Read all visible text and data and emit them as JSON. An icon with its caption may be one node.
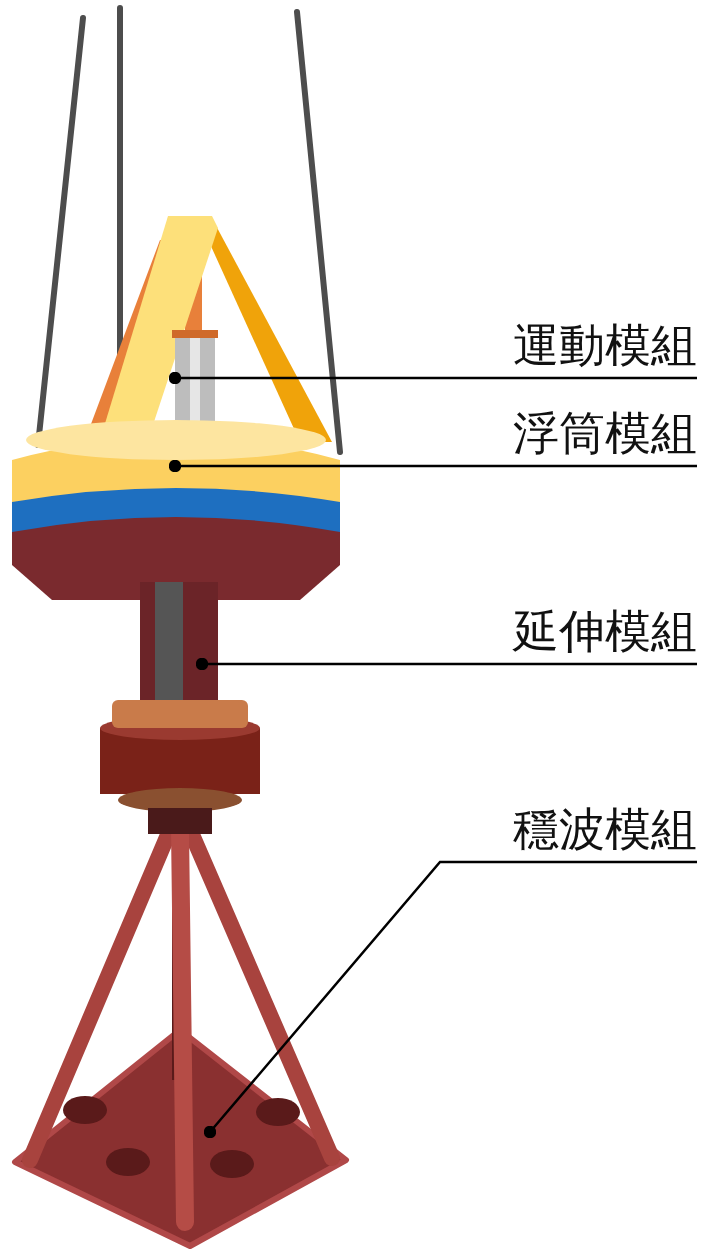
{
  "diagram": {
    "nodes": [
      {
        "text": [
          "運動模組"
        ]
      },
      {
        "text": [
          "浮筒模組"
        ]
      },
      {
        "text": [
          "延伸模組"
        ]
      },
      {
        "text": [
          "穩波模組"
        ]
      },
      {
        "text": [],
        "shape": "picture"
      },
      {
        "text": [],
        "shape": "picture"
      },
      {
        "text": [],
        "shape": "picture"
      },
      {
        "text": [],
        "shape": "picture"
      }
    ],
    "edges": [
      {
        "from": 0,
        "to": 4,
        "arrow": "other"
      },
      {
        "from": 1,
        "to": 5,
        "arrow": "other"
      },
      {
        "from": 2,
        "to": 6,
        "arrow": "other"
      },
      {
        "from": 3,
        "to": 7,
        "arrow": "other"
      }
    ]
  }
}
